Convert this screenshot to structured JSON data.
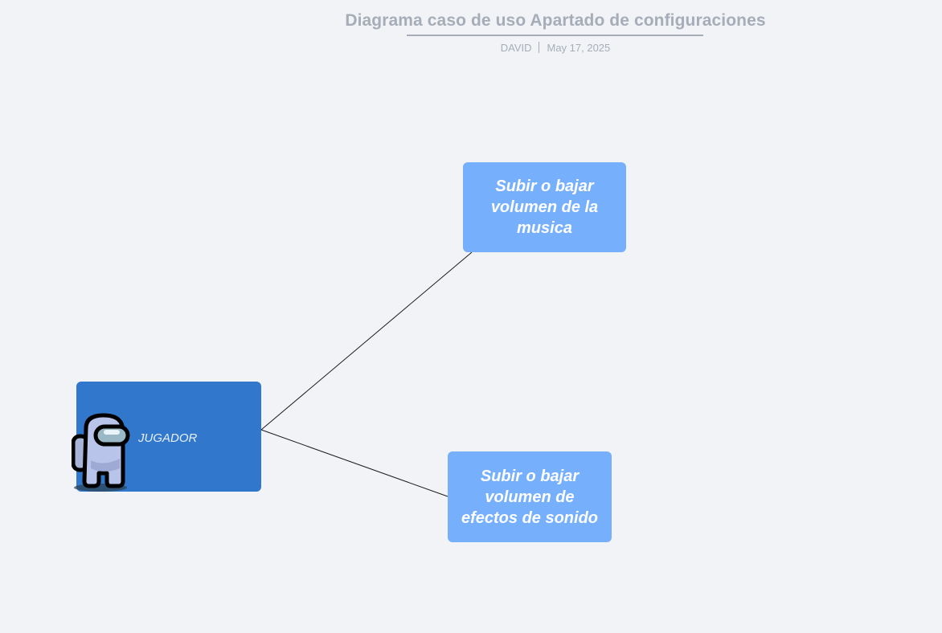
{
  "header": {
    "title": "Diagrama caso de uso Apartado de configuraciones",
    "author": "DAVID",
    "date": "May 17, 2025"
  },
  "diagram": {
    "actor": {
      "label": "JUGADOR",
      "icon": "crewmate-icon"
    },
    "use_cases": [
      {
        "label": "Subir o bajar volumen de la musica"
      },
      {
        "label": "Subir o bajar volumen de efectos de sonido"
      }
    ],
    "colors": {
      "background": "#f1f3f6",
      "actor_box": "#3178cc",
      "use_case_box": "#76b0fd",
      "header_text": "#a6adb9",
      "connector": "#1a1a1a"
    }
  }
}
